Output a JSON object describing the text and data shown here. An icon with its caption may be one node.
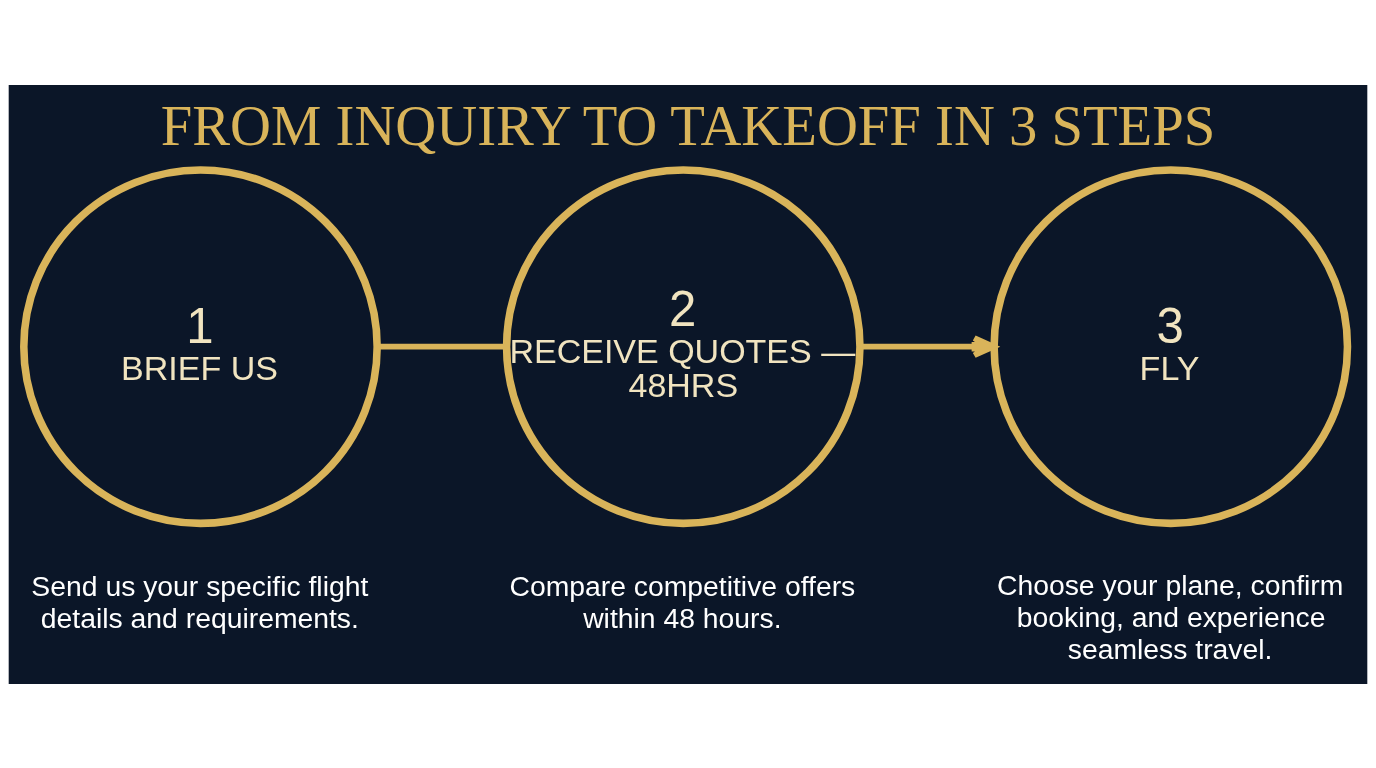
{
  "diagram": {
    "title": "FROM INQUIRY TO TAKEOFF IN 3 STEPS",
    "nodes": [
      {
        "text": [
          "1",
          "BRIEF US"
        ],
        "beside": [
          "Send us your specific flight details and requirements."
        ]
      },
      {
        "text": [
          "2",
          "RECEIVE QUOTES — 48HRS"
        ],
        "beside": [
          "Compare competitive offers within 48 hours."
        ]
      },
      {
        "text": [
          "3",
          "FLY"
        ],
        "beside": [
          "Choose your plane, confirm booking, and experience seamless travel."
        ]
      }
    ],
    "edges": [
      {
        "from": 0,
        "to": 1,
        "arrow": "none"
      },
      {
        "from": 1,
        "to": 2,
        "arrow": "to"
      }
    ]
  }
}
